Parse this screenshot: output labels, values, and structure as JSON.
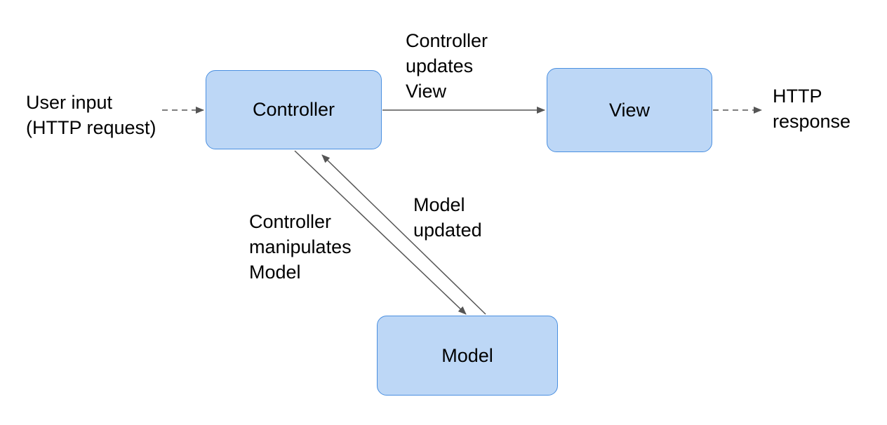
{
  "nodes": {
    "controller": "Controller",
    "view": "View",
    "model": "Model"
  },
  "labels": {
    "user_input": [
      "User input",
      "(HTTP request)"
    ],
    "http_response": [
      "HTTP",
      "response"
    ],
    "controller_updates_view": [
      "Controller",
      "updates",
      "View"
    ],
    "controller_manipulates_model": [
      "Controller",
      "manipulates",
      "Model"
    ],
    "model_updated": [
      "Model",
      "updated"
    ]
  },
  "colors": {
    "node_fill": "#bdd7f6",
    "node_border": "#4a8fe0",
    "edge": "#555555"
  }
}
